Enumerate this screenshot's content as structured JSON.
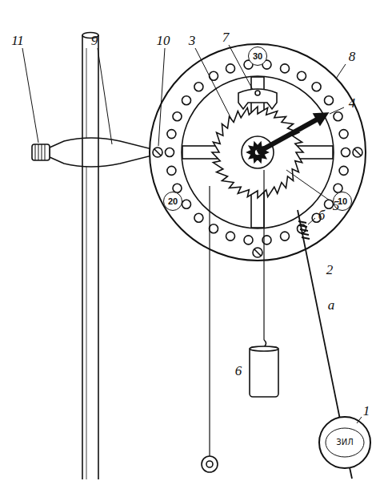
{
  "diagram": {
    "nodes": [
      {
        "text": [
          "30"
        ]
      },
      {
        "text": [
          "20"
        ]
      },
      {
        "text": [
          "10"
        ]
      }
    ],
    "labels": [
      "11",
      "9",
      "10",
      "3",
      "7",
      "8",
      "4",
      "5",
      "б",
      "2",
      "а",
      "1",
      "6",
      "ЗИЛ"
    ]
  }
}
